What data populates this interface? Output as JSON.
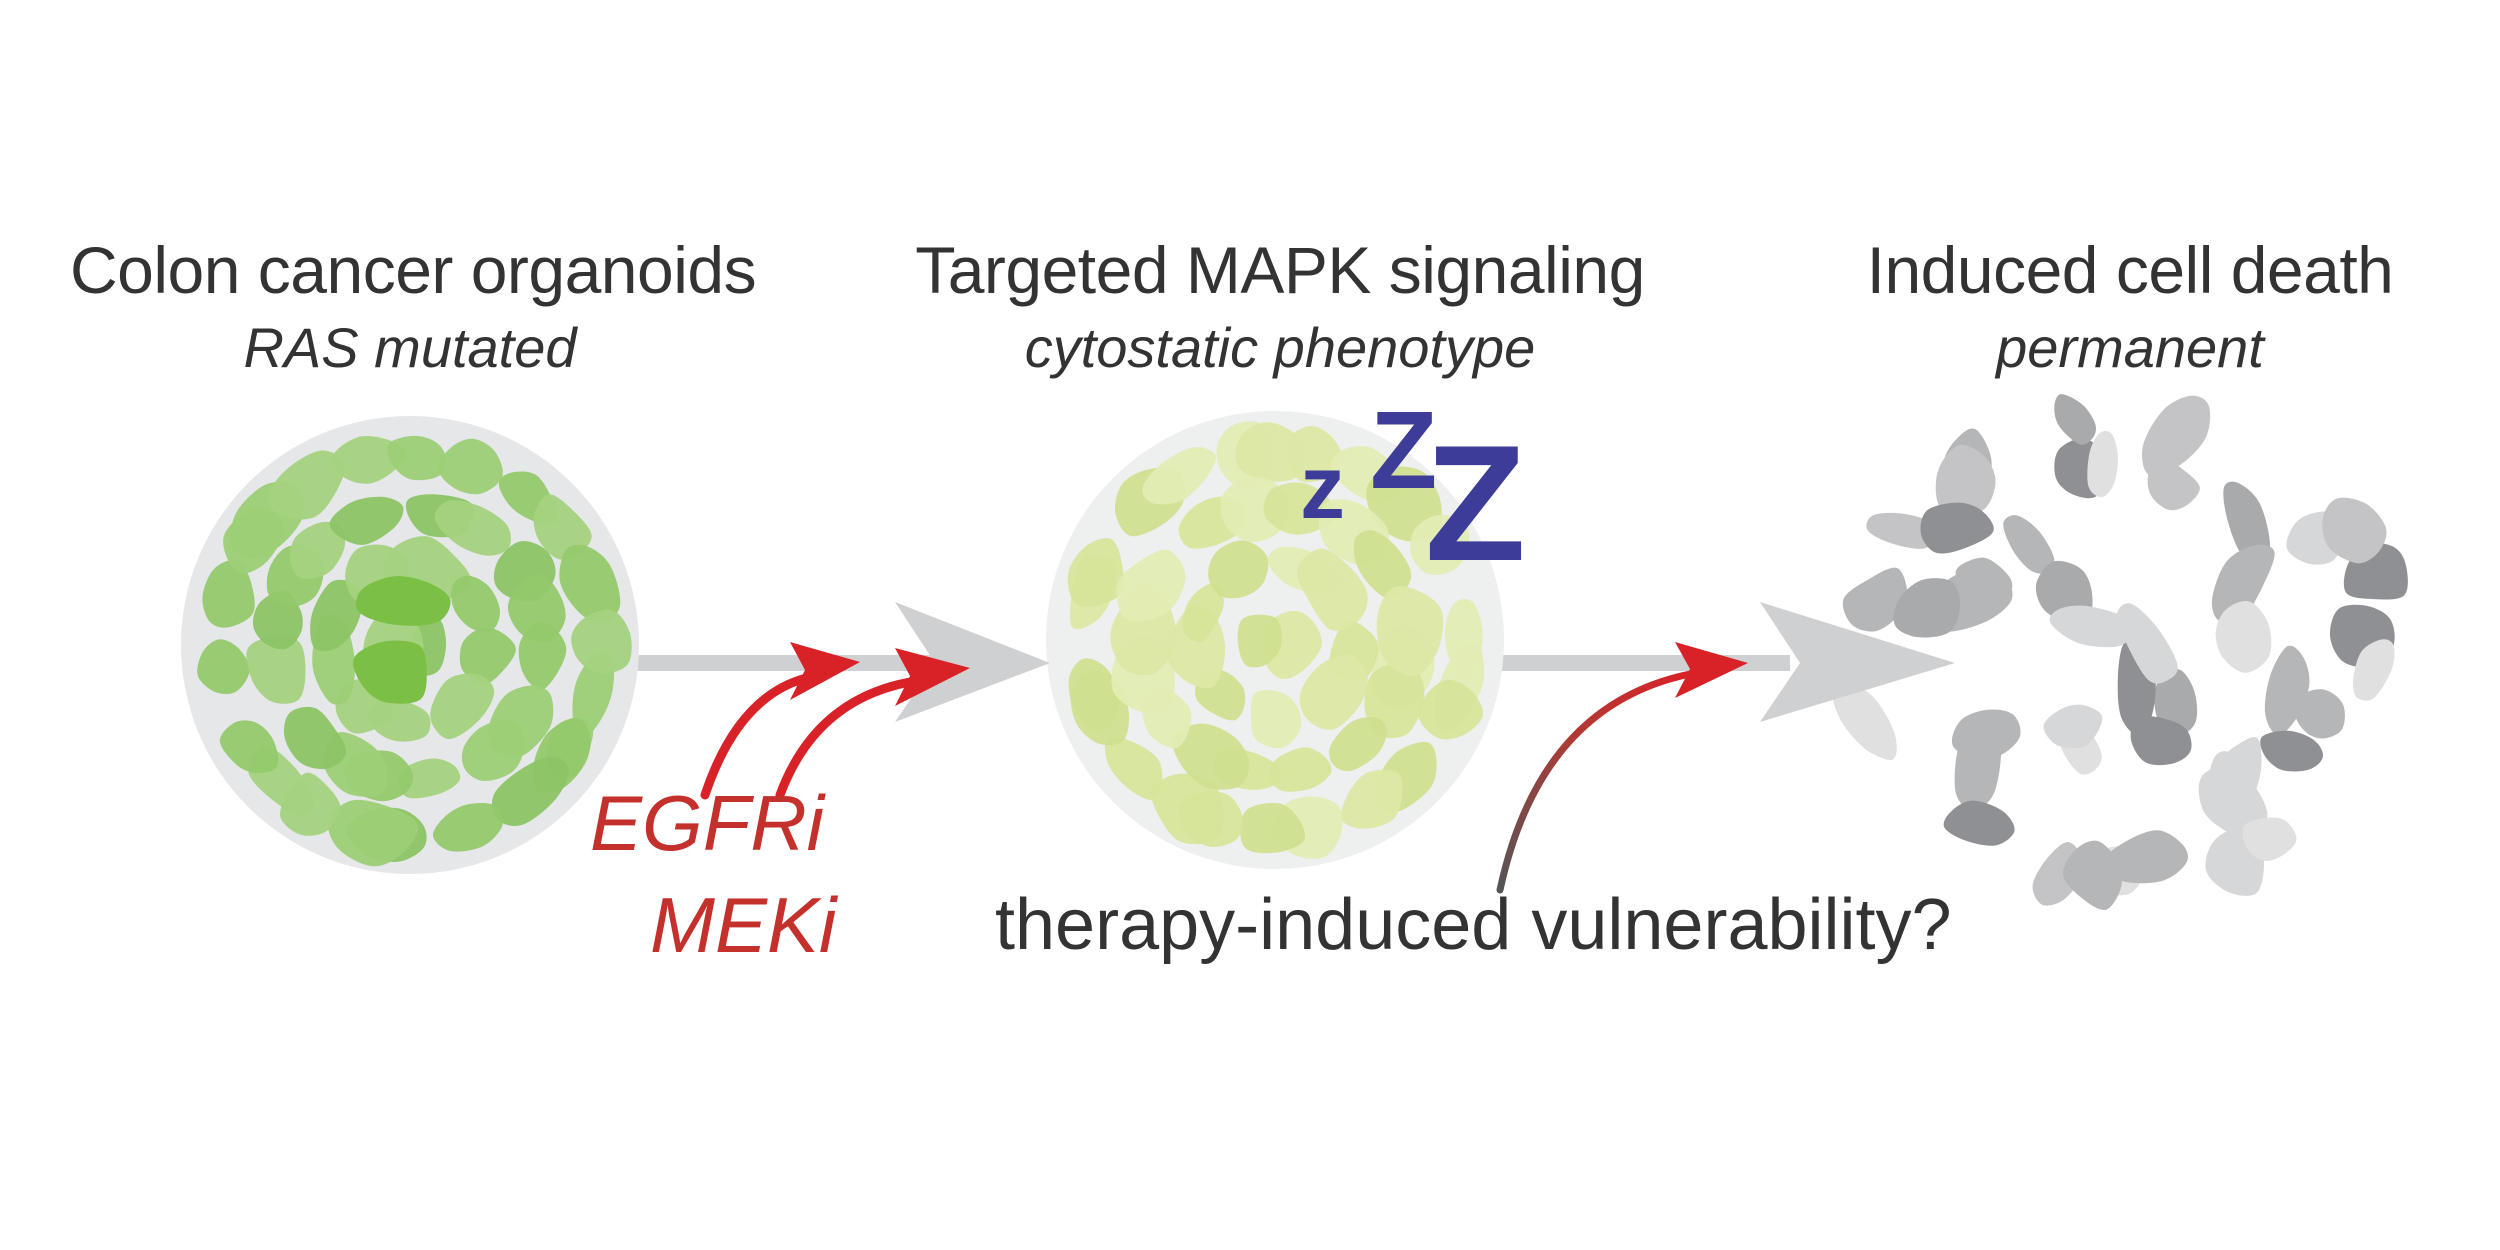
{
  "stages": [
    {
      "title": "Colon cancer organoids",
      "subtitle": "RAS mutated"
    },
    {
      "title": "Targeted MAPK signaling",
      "subtitle": "cytostatic phenotype"
    },
    {
      "title": "Induced cell death",
      "subtitle": "permanent"
    }
  ],
  "drugs": {
    "first": "EGFRi",
    "second": "MEKi"
  },
  "question": "therapy-induced vulnerability?",
  "sleep": {
    "small": "z",
    "medium": "Z",
    "large": "Z"
  },
  "icons": {
    "organoid_live": "green-organoid-icon",
    "organoid_dormant": "pale-organoid-icon",
    "organoid_dead": "dispersed-gray-cells-icon",
    "sleep": "zzz-sleep-icon",
    "treatment": "red-arrow-icon",
    "progression": "gray-arrow-icon"
  },
  "colors": {
    "live_cell": "#94c96c",
    "live_cell_center": "#7bbf45",
    "dormant_cell": "#dce8a4",
    "dead_cell": "#c4c4c6",
    "treatment_arrow": "#d92228",
    "progression_arrow": "#cfd0d2",
    "sleep_text": "#3d3d99",
    "drug_text": "#c4302b"
  }
}
